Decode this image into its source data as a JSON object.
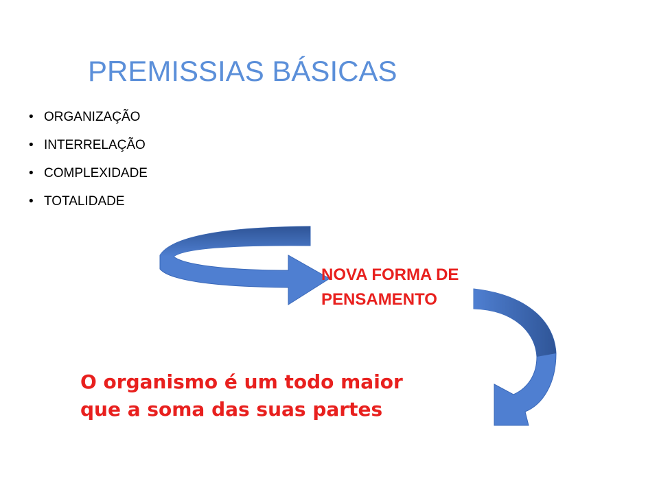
{
  "slide": {
    "title": "PREMISSIAS BÁSICAS",
    "bullet_symbol": "•",
    "bullets": [
      "ORGANIZAÇÃO",
      "INTERRELAÇÃO",
      "COMPLEXIDADE",
      "TOTALIDADE"
    ],
    "subtitle_lines": [
      "NOVA FORMA DE",
      "PENSAMENTO"
    ],
    "conclusion_lines": [
      "O organismo é um todo maior",
      "que a soma das suas partes"
    ]
  },
  "colors": {
    "title": "#5b8fd9",
    "emphasis": "#e8201e",
    "arrow_fill": "#4f7fd1",
    "arrow_dark": "#2f5597"
  },
  "icons": [
    "curved-arrow-right-icon",
    "curved-arrow-down-left-icon"
  ]
}
